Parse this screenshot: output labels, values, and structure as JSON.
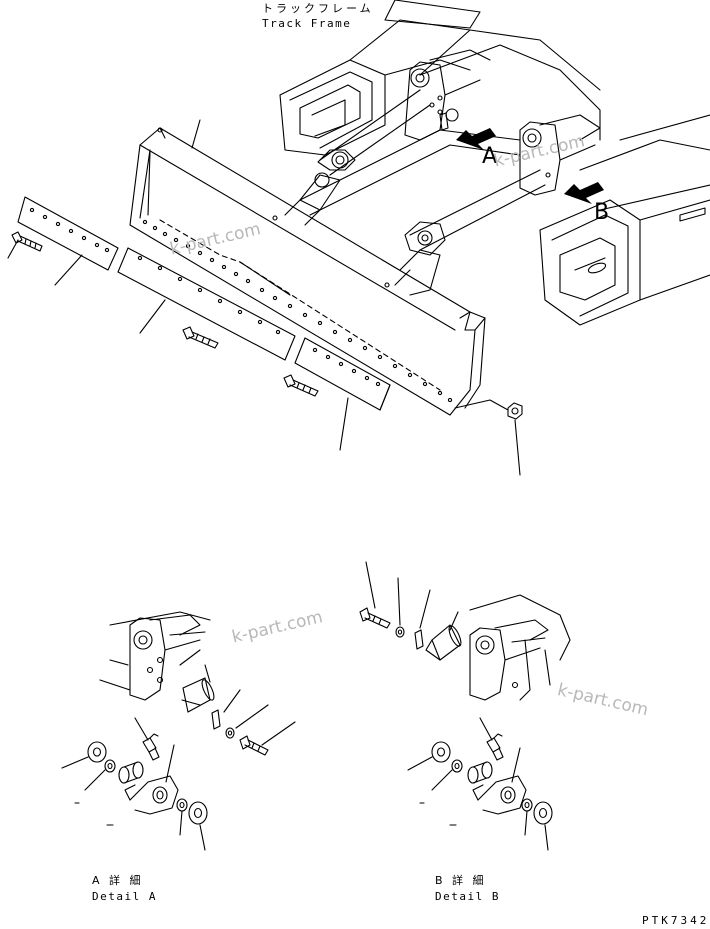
{
  "header": {
    "title_jp": "トラックフレーム",
    "title_en": "Track Frame"
  },
  "callouts": {
    "a": "A",
    "b": "B"
  },
  "details": {
    "a_jp": "A 詳 細",
    "a_en": "Detail A",
    "b_jp": "B 詳 細",
    "b_en": "Detail B"
  },
  "watermark": "k-part.com",
  "drawing_number": "PTK7342",
  "colors": {
    "line": "#000000",
    "arrow": "#000000",
    "watermark": "#b8b8b8"
  }
}
